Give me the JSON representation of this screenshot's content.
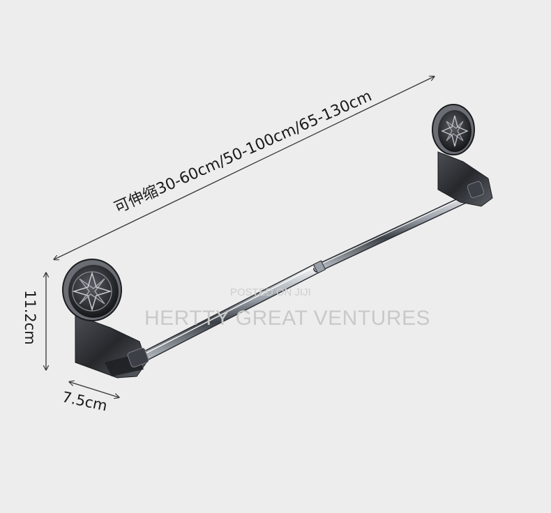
{
  "dimensions": {
    "length_label": "可伸缩30-60cm/50-100cm/65-130cm",
    "height_label": "11.2cm",
    "depth_label": "7.5cm"
  },
  "watermark": {
    "posted": "POSTED ON JIJI",
    "seller": "HERTTY GREAT VENTURES"
  },
  "colors": {
    "background": "#ededed",
    "metal_dark": "#2e2f33",
    "chrome": "#c8ccd2"
  }
}
